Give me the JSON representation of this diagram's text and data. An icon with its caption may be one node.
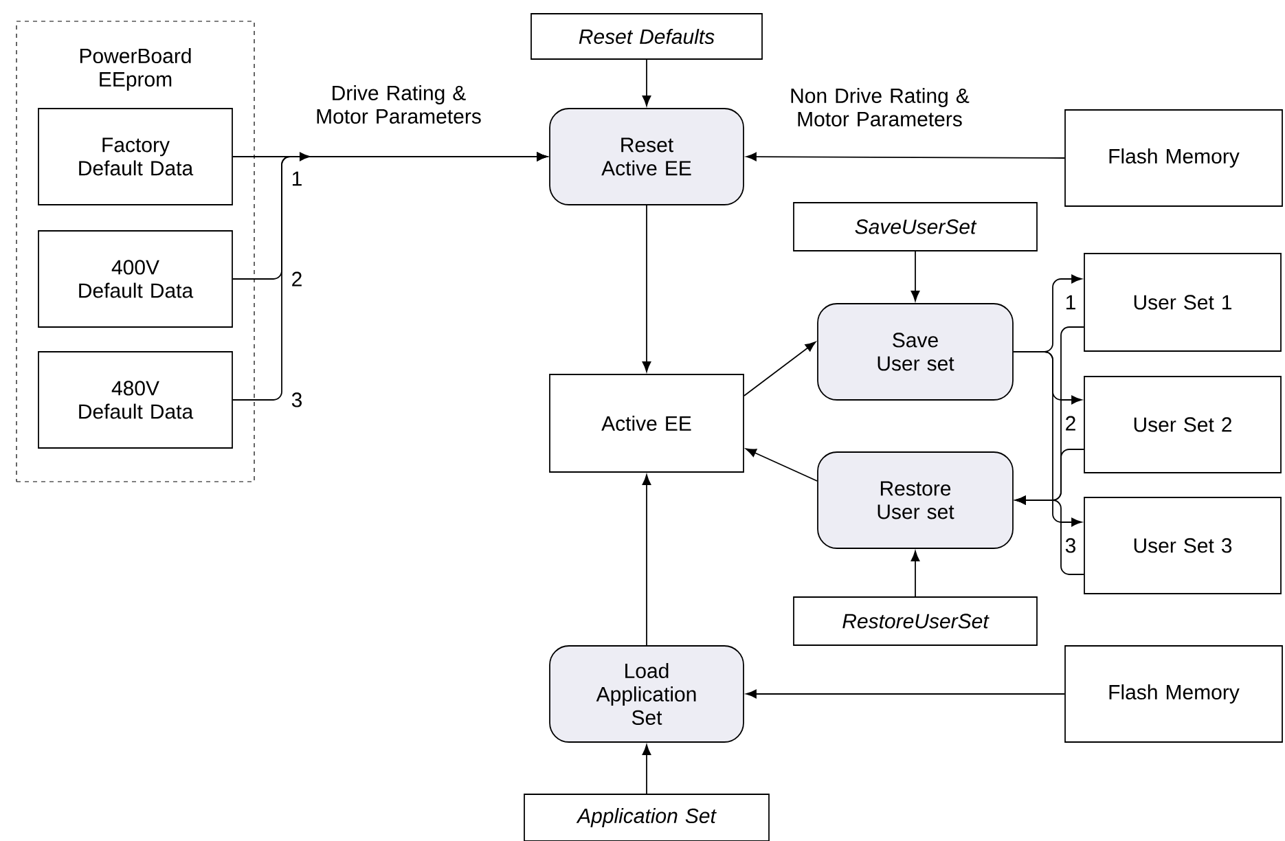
{
  "diagram": {
    "nodes": [
      {
        "text": [
          "PowerBoard EEprom"
        ]
      },
      {
        "text": [
          "Factory Default Data"
        ],
        "in": 0
      },
      {
        "text": [
          "400V Default Data"
        ],
        "in": 0
      },
      {
        "text": [
          "480V Default Data"
        ],
        "in": 0
      },
      {
        "text": [
          "Reset Defaults"
        ]
      },
      {
        "text": [
          "Reset Active EE"
        ]
      },
      {
        "text": [
          "Flash Memory"
        ]
      },
      {
        "text": [
          "SaveUserSet"
        ]
      },
      {
        "text": [
          "User Set 1"
        ]
      },
      {
        "text": [
          "Active EE"
        ]
      },
      {
        "text": [
          "Save User set"
        ]
      },
      {
        "text": [
          "User Set 2"
        ]
      },
      {
        "text": [
          "Restore User set"
        ]
      },
      {
        "text": [
          "User Set 3"
        ]
      },
      {
        "text": [
          "RestoreUserSet"
        ]
      },
      {
        "text": [
          "Load Application Set"
        ]
      },
      {
        "text": [
          "Flash Memory"
        ]
      },
      {
        "text": [
          "Application Set"
        ]
      }
    ],
    "edges": [
      {
        "from": 1,
        "to": 5,
        "arrow": "to",
        "label": "1"
      },
      {
        "from": 2,
        "to": 5,
        "arrow": "to",
        "label": "2"
      },
      {
        "from": 3,
        "to": 5,
        "arrow": "to",
        "label": "3"
      },
      {
        "from": 4,
        "to": 5,
        "arrow": "to"
      },
      {
        "from": 5,
        "to": 9,
        "arrow": "to"
      },
      {
        "from": 6,
        "to": 5,
        "arrow": "to",
        "label": "Non Drive Rating & Motor Parameters"
      },
      {
        "from": 7,
        "to": 10,
        "arrow": "to"
      },
      {
        "from": 9,
        "to": 10,
        "arrow": "to"
      },
      {
        "from": 12,
        "to": 9,
        "arrow": "to"
      },
      {
        "from": 10,
        "to": 8,
        "arrow": "to",
        "label": "1"
      },
      {
        "from": 10,
        "to": 11,
        "arrow": "to",
        "label": "2"
      },
      {
        "from": 10,
        "to": 13,
        "arrow": "to",
        "label": "3"
      },
      {
        "from": 8,
        "to": 12,
        "arrow": "to"
      },
      {
        "from": 11,
        "to": 12,
        "arrow": "to"
      },
      {
        "from": 13,
        "to": 12,
        "arrow": "to"
      },
      {
        "from": 14,
        "to": 12,
        "arrow": "to"
      },
      {
        "from": 16,
        "to": 15,
        "arrow": "to"
      },
      {
        "from": 17,
        "to": 15,
        "arrow": "to"
      },
      {
        "from": 15,
        "to": 9,
        "arrow": "to"
      }
    ],
    "labels": [
      "Drive Rating & Motor Parameters"
    ]
  }
}
